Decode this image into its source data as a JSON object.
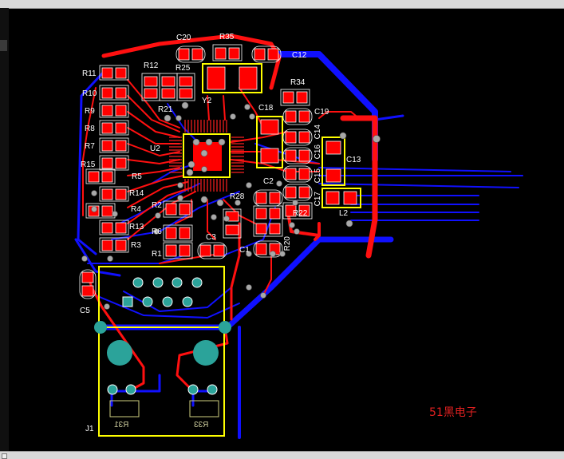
{
  "window": {
    "background": "#000000",
    "chrome_color": "#d8d8d8"
  },
  "colors": {
    "top_copper": "#ff0000",
    "bottom_copper": "#0000ff",
    "silkscreen": "#ffff00",
    "pad": "#ff0000",
    "via": "#a8a8a8",
    "through_hole": "#2ba39a",
    "label": "#ffffff"
  },
  "labels": {
    "R11": "R11",
    "R10": "R10",
    "R9": "R9",
    "R8": "R8",
    "R7": "R7",
    "R15": "R15",
    "R5": "R5",
    "R14": "R14",
    "R4": "R4",
    "R13": "R13",
    "R3": "R3",
    "R12": "R12",
    "R25": "R25",
    "R21": "R21",
    "Y2": "Y2",
    "U2": "U2",
    "C20": "C20",
    "R35": "R35",
    "C12": "C12",
    "R34": "R34",
    "C18": "C18",
    "C19": "C19",
    "C14": "C14",
    "C13": "C13",
    "C16": "C16",
    "C15": "C15",
    "C17": "C17",
    "L2": "L2",
    "C2": "C2",
    "R28": "R28",
    "R22": "R22",
    "R20": "R20",
    "R2": "R2",
    "R6": "R6",
    "R1": "R1",
    "C3": "C3",
    "C1": "C1",
    "C5": "C5",
    "J1": "J1",
    "R31": "R31",
    "R33": "R33"
  },
  "watermark": "51黑电子"
}
